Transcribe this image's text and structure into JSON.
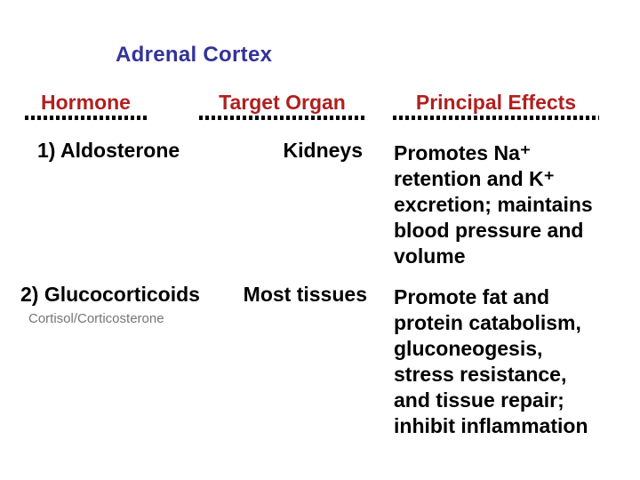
{
  "slide": {
    "title": "Adrenal Cortex",
    "columns": [
      {
        "id": "hormone",
        "label": "Hormone"
      },
      {
        "id": "target-organ",
        "label": "Target Organ"
      },
      {
        "id": "principal-effects",
        "label": "Principal Effects"
      }
    ],
    "rows": [
      {
        "hormone": "1) Aldosterone",
        "target_organ": "Kidneys",
        "principal_effects": "Promotes Na⁺\nretention and K⁺\nexcretion; maintains\nblood pressure and\nvolume"
      },
      {
        "hormone": "2) Glucocorticoids",
        "hormone_note": "Cortisol/Corticosterone",
        "target_organ": "Most tissues",
        "principal_effects": "Promote fat and\nprotein catabolism,\ngluconeogesis,\nstress resistance,\nand tissue repair;\ninhibit inflammation"
      }
    ],
    "colors": {
      "title-color": "#333399",
      "header-color": "#B02020",
      "body-color": "#000000",
      "note-color": "#757575",
      "underline-color": "#000000",
      "bg-color": "#FFFFFF"
    }
  }
}
